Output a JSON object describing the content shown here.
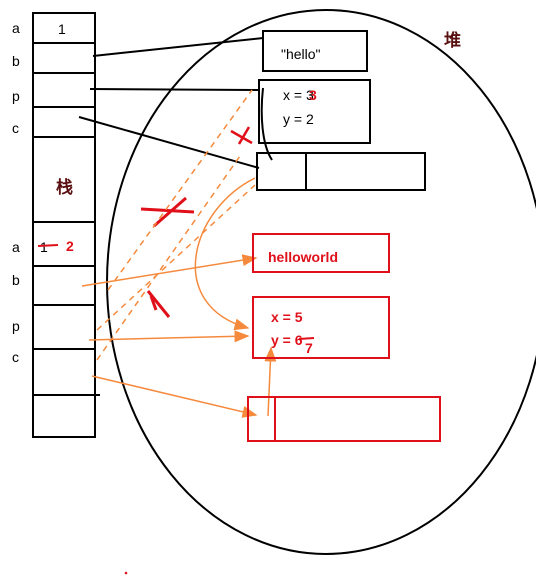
{
  "stack": {
    "title": "栈",
    "upper": [
      {
        "name": "a",
        "value": "1"
      },
      {
        "name": "b",
        "value": ""
      },
      {
        "name": "p",
        "value": ""
      },
      {
        "name": "c",
        "value": ""
      }
    ],
    "lower": [
      {
        "name": "a",
        "value": "1",
        "new_value": "2"
      },
      {
        "name": "b",
        "value": ""
      },
      {
        "name": "p",
        "value": ""
      },
      {
        "name": "c",
        "value": ""
      }
    ]
  },
  "heap": {
    "title": "堆",
    "string_obj": "\"hello\"",
    "point_obj": {
      "x_label": "x = 3",
      "x_old": "3",
      "x_new": "3",
      "y_label": "y = 2"
    },
    "new_string_obj": "helloworld",
    "new_point_obj": {
      "x_label": "x = 5",
      "y_label": "y = 6",
      "y_new": "7"
    }
  },
  "colors": {
    "black": "#000000",
    "red": "#e0101a",
    "orange": "#f58a3c"
  }
}
